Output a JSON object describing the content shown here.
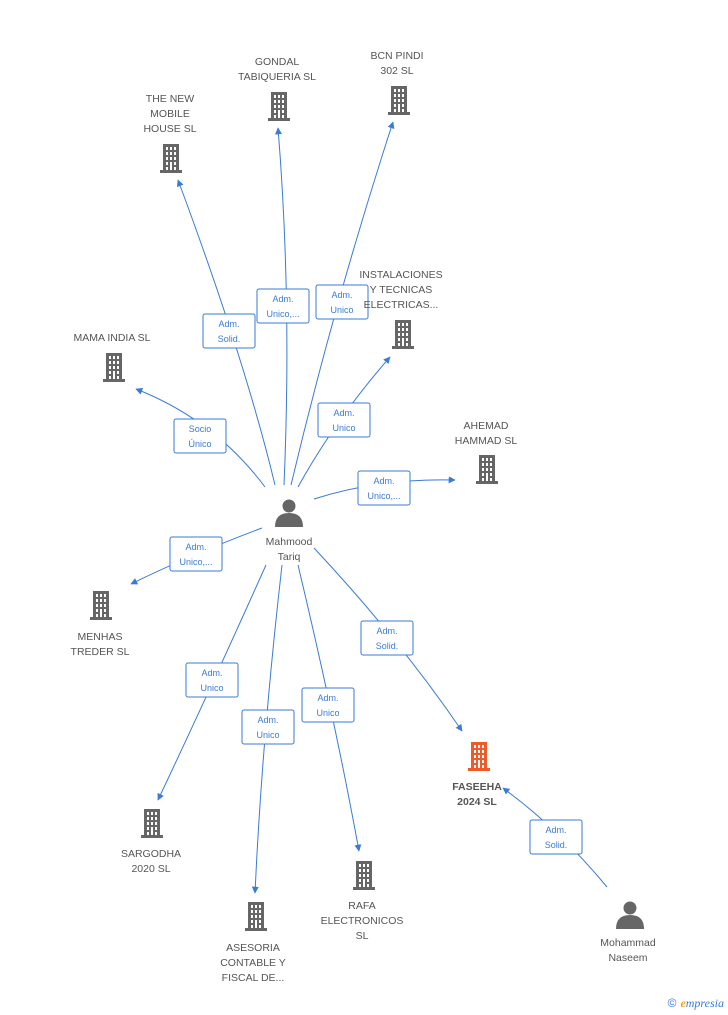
{
  "persons": [
    {
      "id": "tariq",
      "lines": [
        "Mahmood",
        "Tariq"
      ]
    },
    {
      "id": "naseem",
      "lines": [
        "Mohammad",
        "Naseem"
      ]
    }
  ],
  "companies": [
    {
      "id": "gondal",
      "lines": [
        "GONDAL",
        "TABIQUERIA  SL"
      ],
      "highlight": false
    },
    {
      "id": "bcn",
      "lines": [
        "BCN PINDI",
        "302  SL"
      ],
      "highlight": false
    },
    {
      "id": "newmobile",
      "lines": [
        "THE NEW",
        "MOBILE",
        "HOUSE  SL"
      ],
      "highlight": false
    },
    {
      "id": "instalaciones",
      "lines": [
        "INSTALACIONES",
        "Y TECNICAS",
        "ELECTRICAS..."
      ],
      "highlight": false
    },
    {
      "id": "mamaindia",
      "lines": [
        "MAMA INDIA  SL"
      ],
      "highlight": false
    },
    {
      "id": "ahemad",
      "lines": [
        "AHEMAD",
        "HAMMAD SL"
      ],
      "highlight": false
    },
    {
      "id": "menhas",
      "lines": [
        "MENHAS",
        "TREDER  SL"
      ],
      "highlight": false
    },
    {
      "id": "faseeha",
      "lines": [
        "FASEEHA",
        "2024  SL"
      ],
      "highlight": true
    },
    {
      "id": "sargodha",
      "lines": [
        "SARGODHA",
        "2020  SL"
      ],
      "highlight": false
    },
    {
      "id": "asesoria",
      "lines": [
        "ASESORIA",
        "CONTABLE Y",
        "FISCAL DE..."
      ],
      "highlight": false
    },
    {
      "id": "rafa",
      "lines": [
        "RAFA",
        "ELECTRONICOS",
        "SL"
      ],
      "highlight": false
    }
  ],
  "relations": [
    {
      "from": "tariq",
      "to": "newmobile",
      "lines": [
        "Adm.",
        "Solid."
      ]
    },
    {
      "from": "tariq",
      "to": "gondal",
      "lines": [
        "Adm.",
        "Unico,..."
      ]
    },
    {
      "from": "tariq",
      "to": "bcn",
      "lines": [
        "Adm.",
        "Unico"
      ]
    },
    {
      "from": "tariq",
      "to": "mamaindia",
      "lines": [
        "Socio",
        "Único"
      ]
    },
    {
      "from": "tariq",
      "to": "instalaciones",
      "lines": [
        "Adm.",
        "Unico"
      ]
    },
    {
      "from": "tariq",
      "to": "ahemad",
      "lines": [
        "Adm.",
        "Unico,..."
      ]
    },
    {
      "from": "tariq",
      "to": "menhas",
      "lines": [
        "Adm.",
        "Unico,..."
      ]
    },
    {
      "from": "tariq",
      "to": "faseeha",
      "lines": [
        "Adm.",
        "Solid."
      ]
    },
    {
      "from": "tariq",
      "to": "sargodha",
      "lines": [
        "Adm.",
        "Unico"
      ]
    },
    {
      "from": "tariq",
      "to": "asesoria",
      "lines": [
        "Adm.",
        "Unico"
      ]
    },
    {
      "from": "tariq",
      "to": "rafa",
      "lines": [
        "Adm.",
        "Unico"
      ]
    },
    {
      "from": "naseem",
      "to": "faseeha",
      "lines": [
        "Adm.",
        "Solid."
      ]
    }
  ],
  "copyright": {
    "symbol": "©",
    "brand_initial": "e",
    "brand_rest": "mpresia"
  },
  "colors": {
    "edge": "#3a7bd5",
    "node": "#666666",
    "highlight": "#f05a28"
  }
}
